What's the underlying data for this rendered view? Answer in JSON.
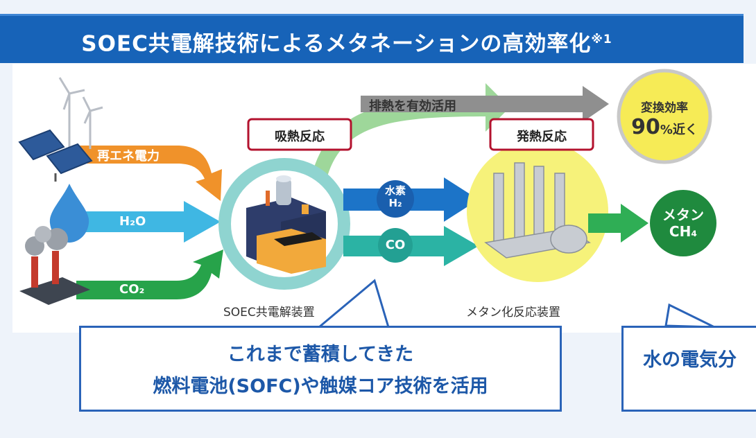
{
  "title": {
    "main": "SOEC共電解技術によるメタネーションの高効率化",
    "note": "※1"
  },
  "inputs": {
    "renewable": "再エネ電力",
    "water": "H₂O",
    "co2": "CO₂"
  },
  "reactions": {
    "endothermic": "吸熱反応",
    "exothermic": "発熱反応",
    "waste_heat": "排熱を有効活用"
  },
  "intermediates": {
    "hydrogen_name": "水素",
    "hydrogen_formula": "H₂",
    "co": "CO"
  },
  "efficiency": {
    "label": "変換効率",
    "value": "90",
    "unit": "%近く"
  },
  "output": {
    "name": "メタン",
    "formula": "CH₄"
  },
  "devices": {
    "soec": "SOEC共電解装置",
    "methanation": "メタン化反応装置"
  },
  "callouts": {
    "left_line1": "これまで蓄積してきた",
    "left_line2": "燃料電池(SOFC)や触媒コア技術を活用",
    "right_partial": "水の電気分"
  },
  "colors": {
    "title_bg": "#1763b8",
    "renewable_arrow": "#f0922a",
    "water_arrow": "#3fb7e3",
    "co2_arrow": "#27a34a",
    "hydrogen_arrow": "#1c74c8",
    "co_arrow": "#2bb3a4",
    "output_arrow": "#2fae55",
    "heat_arrow_green": "#9ed79a",
    "heat_arrow_gray": "#8f8f8f",
    "reaction_box": "#b3122e",
    "efficiency_circle": "#f6eb56",
    "methane_circle": "#1f8a3e"
  }
}
